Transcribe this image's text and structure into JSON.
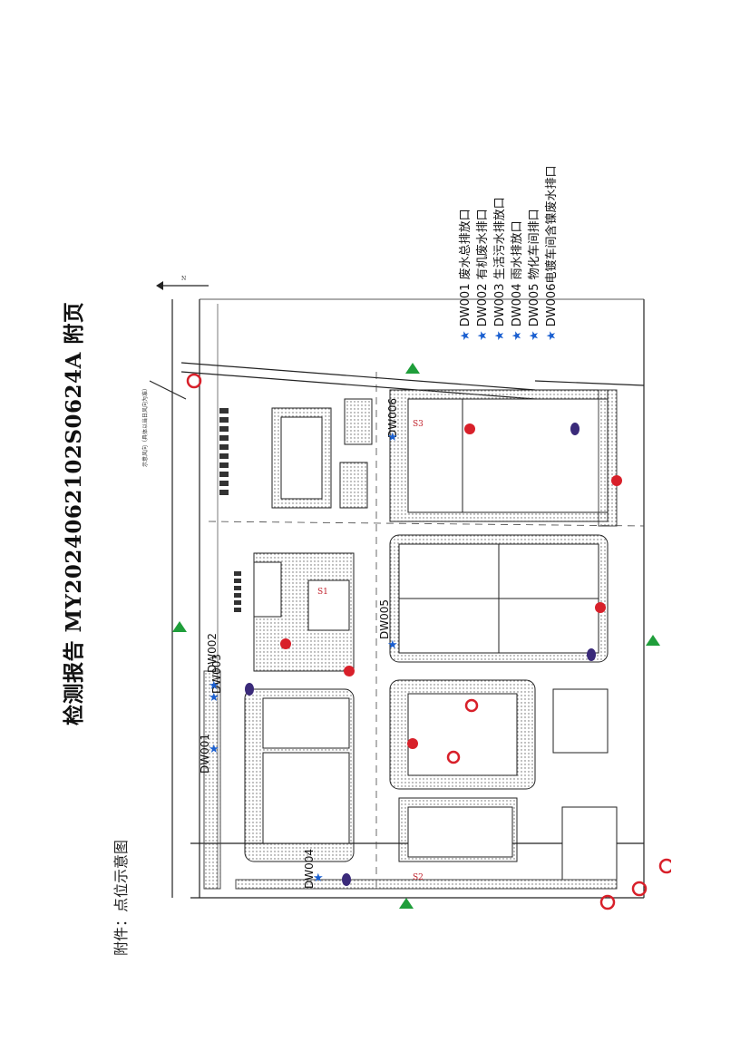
{
  "header": {
    "title": "检测报告 MY20240621​02S0624A 附页",
    "attachment": "附件：点位示意图"
  },
  "legend": {
    "items": [
      {
        "label": "DW001 废水总排放口"
      },
      {
        "label": "DW002 有机废水排口"
      },
      {
        "label": "DW003 生活污水排放口"
      },
      {
        "label": "DW004 雨水排放口"
      },
      {
        "label": "DW005 物化车间排口"
      },
      {
        "label": "DW006电镀车间含镍废水排口"
      }
    ],
    "star_color": "#1a5fd0"
  },
  "map": {
    "wind_note": "示意风向（具体以当日风向为准）",
    "north": "N",
    "point_labels": {
      "dw001": "DW001",
      "dw002": "DW002",
      "dw003": "DW003",
      "dw004": "DW004",
      "dw005": "DW005",
      "dw006": "DW006",
      "s1": "S1",
      "s2": "S2",
      "s3": "S3"
    },
    "colors": {
      "line": "#222222",
      "dotted": "#555555",
      "red": "#d8202a",
      "green": "#1f9e3a",
      "blue": "#1a5fd0",
      "purple": "#3a2a7a"
    }
  }
}
